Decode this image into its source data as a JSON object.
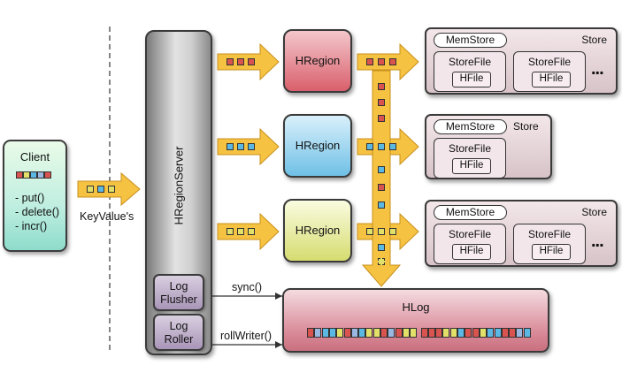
{
  "client": {
    "title": "Client",
    "ops": "- put()\n- delete()\n- incr()"
  },
  "keyvalue_label": "KeyValue's",
  "region_server": {
    "label": "HRegionServer"
  },
  "log_flusher": {
    "label": "Log\nFlusher"
  },
  "log_roller": {
    "label": "Log\nRoller"
  },
  "sync_label": "sync()",
  "rollwriter_label": "rollWriter()",
  "regions": [
    {
      "label": "HRegion",
      "color_top": "#f4c7cc",
      "color_bottom": "#d9606c",
      "cell_color": "#d9534f"
    },
    {
      "label": "HRegion",
      "color_top": "#d9f0fb",
      "color_bottom": "#6fc0e6",
      "cell_color": "#5bb8e3"
    },
    {
      "label": "HRegion",
      "color_top": "#fafce0",
      "color_bottom": "#d6dc70",
      "cell_color": "#e3e06a"
    }
  ],
  "stores": [
    {
      "title": "Store",
      "memstore": "MemStore",
      "storefiles": [
        "StoreFile",
        "StoreFile"
      ],
      "hfile": "HFile",
      "more": "..."
    },
    {
      "title": "Store",
      "memstore": "MemStore",
      "storefiles": [
        "StoreFile"
      ],
      "hfile": "HFile"
    },
    {
      "title": "Store",
      "memstore": "MemStore",
      "storefiles": [
        "StoreFile",
        "StoreFile"
      ],
      "hfile": "HFile",
      "more": "..."
    }
  ],
  "hlog": {
    "title": "HLog"
  },
  "colors": {
    "arrow_fill": "#f5c242",
    "arrow_stroke": "#c8901e",
    "red": "#d9534f",
    "blue": "#5bb8e3",
    "yellow": "#e3e06a"
  }
}
